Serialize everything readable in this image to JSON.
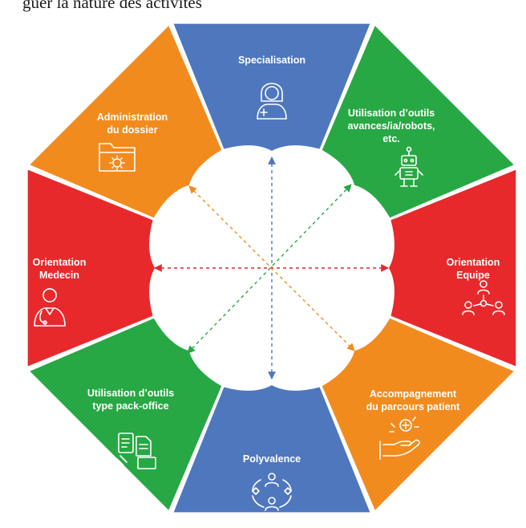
{
  "header_text": "guer la nature des activites",
  "segments": [
    {
      "id": "top",
      "lines": [
        "Specialisation"
      ],
      "color": "#4F77BE",
      "icon": "doctor-woman-icon"
    },
    {
      "id": "top-right",
      "lines": [
        "Utilisation d’outils",
        "avances/ia/robots,",
        "etc."
      ],
      "color": "#27A844",
      "icon": "robot-icon"
    },
    {
      "id": "right",
      "lines": [
        "Orientation",
        "Equipe"
      ],
      "color": "#E8292C",
      "icon": "team-network-icon"
    },
    {
      "id": "bottom-right",
      "lines": [
        "Accompagnement",
        "du parcours patient"
      ],
      "color": "#F28B1E",
      "icon": "care-hand-icon"
    },
    {
      "id": "bottom",
      "lines": [
        "Polyvalence"
      ],
      "color": "#4F77BE",
      "icon": "polyvalence-icon"
    },
    {
      "id": "bottom-left",
      "lines": [
        "Utilisation d’outils",
        "type pack-office"
      ],
      "color": "#27A844",
      "icon": "office-documents-icon"
    },
    {
      "id": "left",
      "lines": [
        "Orientation",
        "Medecin"
      ],
      "color": "#E8292C",
      "icon": "doctor-man-icon"
    },
    {
      "id": "top-left",
      "lines": [
        "Administration",
        "du dossier"
      ],
      "color": "#F28B1E",
      "icon": "folder-gear-icon"
    }
  ]
}
